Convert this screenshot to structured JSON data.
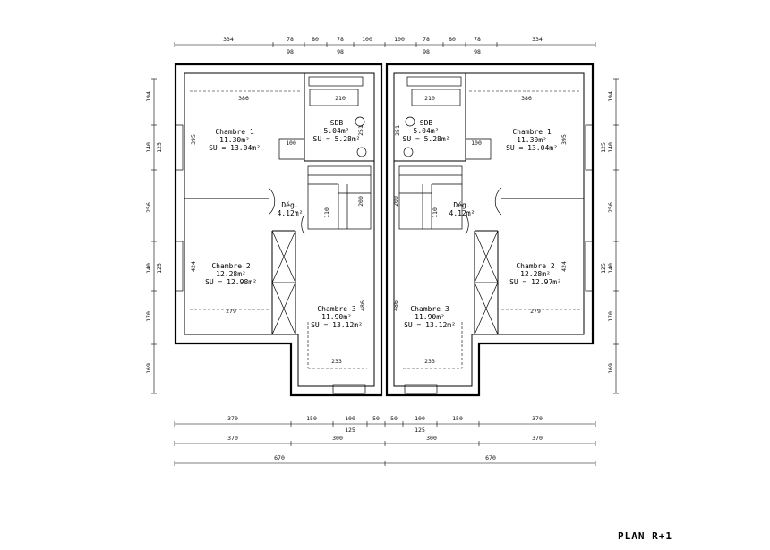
{
  "title": "PLAN R+1",
  "top_dims_row1": [
    "334",
    "78",
    "80",
    "78",
    "100",
    "100",
    "78",
    "80",
    "78",
    "334"
  ],
  "top_dims_row2": [
    "98",
    "98",
    "98",
    "98"
  ],
  "bottom_dims_row1": [
    "370",
    "150",
    "100",
    "50",
    "50",
    "100",
    "150",
    "370"
  ],
  "bottom_dims_row1_sub": [
    "125",
    "125"
  ],
  "bottom_dims_row2": [
    "370",
    "300",
    "300",
    "370"
  ],
  "bottom_dims_row3": [
    "670",
    "670"
  ],
  "side_dims_outer": [
    "194",
    "140",
    "256",
    "140",
    "170",
    "169"
  ],
  "side_dims_inner": [
    "125",
    "125"
  ],
  "left_unit": {
    "chambre1": {
      "name": "Chambre 1",
      "area": "11.30m²",
      "su": "SU = 13.04m²"
    },
    "sdb": {
      "name": "SDB",
      "area": "5.04m²",
      "su": "SU = 5.28m²"
    },
    "deg": {
      "name": "Dég.",
      "area": "4.12m²"
    },
    "chambre2": {
      "name": "Chambre 2",
      "area": "12.28m²",
      "su": "SU = 12.98m²"
    },
    "chambre3": {
      "name": "Chambre 3",
      "area": "11.90m²",
      "su": "SU = 13.12m²"
    },
    "inner_dims": {
      "d386": "386",
      "d210": "210",
      "d251": "251",
      "d395": "395",
      "d100": "100",
      "d200": "200",
      "d110": "110",
      "d424": "424",
      "d279": "279",
      "d486": "486",
      "d233": "233"
    }
  },
  "right_unit": {
    "chambre1": {
      "name": "Chambre 1",
      "area": "11.30m²",
      "su": "SU = 13.04m²"
    },
    "sdb": {
      "name": "SDB",
      "area": "5.04m²",
      "su": "SU = 5.28m²"
    },
    "deg": {
      "name": "Dég.",
      "area": "4.12m²"
    },
    "chambre2": {
      "name": "Chambre 2",
      "area": "12.28m²",
      "su": "SU = 12.97m²"
    },
    "chambre3": {
      "name": "Chambre 3",
      "area": "11.90m²",
      "su": "SU = 13.12m²"
    },
    "inner_dims": {
      "d386": "386",
      "d210": "210",
      "d251": "251",
      "d395": "395",
      "d100": "100",
      "d200": "200",
      "d110": "110",
      "d424": "424",
      "d279": "279",
      "d486": "486",
      "d233": "233"
    }
  }
}
